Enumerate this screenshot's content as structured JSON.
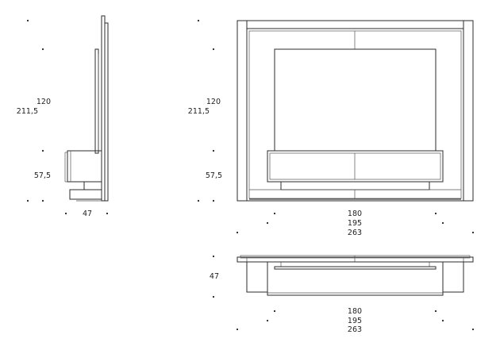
{
  "side_view": {
    "dim_height_inner": "120",
    "dim_height_total": "211,5",
    "dim_base_height": "57,5",
    "dim_depth": "47"
  },
  "front_view": {
    "dim_height_inner": "120",
    "dim_height_total": "211,5",
    "dim_base_height": "57,5",
    "dim_width_inner": "180",
    "dim_width_mid": "195",
    "dim_width_total": "263"
  },
  "top_view": {
    "dim_depth": "47",
    "dim_width_inner": "180",
    "dim_width_mid": "195",
    "dim_width_total": "263"
  },
  "colors": {
    "line": "#2b2b2b",
    "text": "#222222",
    "background": "#ffffff"
  }
}
